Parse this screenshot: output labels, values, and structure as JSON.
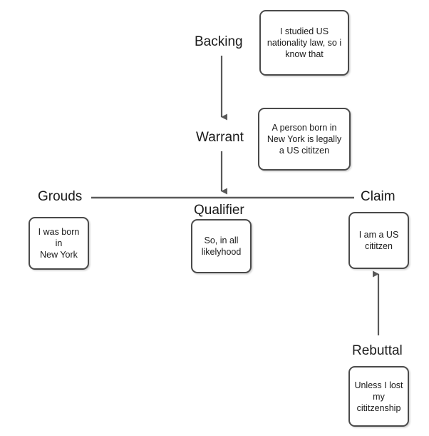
{
  "diagram": {
    "title": "Toulmin argument model diagram",
    "type": "argument-map",
    "background_color": "#ffffff",
    "border_color": "#4a4a4a",
    "text_color": "#1a1a1a",
    "connector_color": "#595959"
  },
  "labels": {
    "backing": "Backing",
    "warrant": "Warrant",
    "grounds": "Grouds",
    "qualifier": "Qualifier",
    "claim": "Claim",
    "rebuttal": "Rebuttal"
  },
  "boxes": {
    "backing": "I studied US\nnationality law, so i\nknow that",
    "warrant": "A person born in\nNew York is legally\na US cititzen",
    "grounds": "I was born in\nNew York",
    "qualifier": "So, in all\nlikelyhood",
    "claim": "I am a US\ncititzen",
    "rebuttal": "Unless I lost\nmy\ncititzenship"
  },
  "connectors": [
    {
      "name": "backing-to-warrant",
      "kind": "arrow",
      "direction": "down"
    },
    {
      "name": "warrant-to-spine",
      "kind": "arrow",
      "direction": "down"
    },
    {
      "name": "grounds-to-claim-spine",
      "kind": "line",
      "direction": "horizontal"
    },
    {
      "name": "rebuttal-to-claim",
      "kind": "arrow",
      "direction": "up"
    }
  ]
}
